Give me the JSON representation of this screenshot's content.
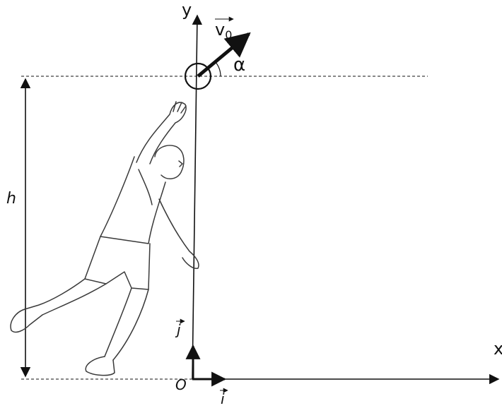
{
  "labels": {
    "y_axis": "y",
    "x_axis": "x",
    "velocity_symbol": "v",
    "velocity_subscript": "0",
    "angle": "α",
    "height": "h",
    "origin": "O",
    "unit_i": "i",
    "unit_j": "j"
  },
  "colors": {
    "ink": "#111111",
    "sketch": "#3a3a3a",
    "background": "#ffffff"
  },
  "icons": {
    "ball": "circle",
    "velocity_vector": "arrow",
    "athlete": "throwing-figure-sketch"
  }
}
